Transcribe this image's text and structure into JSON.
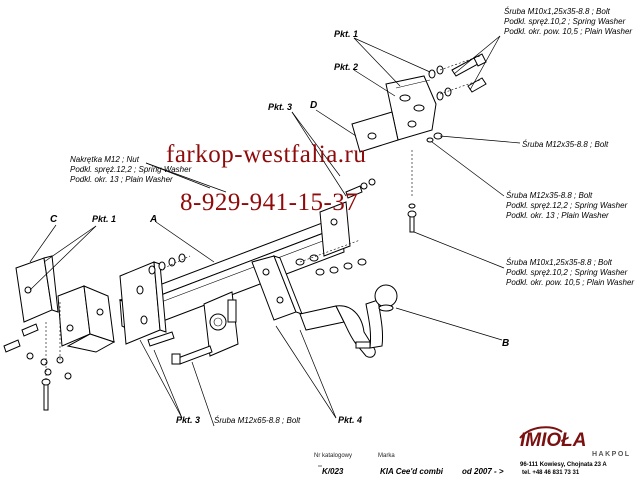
{
  "labels": {
    "pkt1_top": "Pkt. 1",
    "pkt2": "Pkt. 2",
    "pkt3_top": "Pkt. 3",
    "letter_d": "D",
    "bolt_m10_top": "Śruba M10x1,25x35-8.8 ;  Bolt",
    "spring_10_top": "Podkl. spręż.10,2 ; Spring Washer",
    "plain_105_top": "Podkl. okr. pow. 10,5 ; Plain Washer",
    "bolt_m12_a": "Śruba M12x35-8.8 ;  Bolt",
    "bolt_m12_b": "Śruba M12x35-8.8 ;  Bolt",
    "spring_12_b": "Podkl. spręż.12,2 ; Spring Washer",
    "plain_13_b": "Podkl. okr. 13 ; Plain Washer",
    "bolt_m10_mid": "Śruba M10x1,25x35-8.8 ;  Bolt",
    "spring_10_mid": "Podkl. spręż.10,2 ; Spring Washer",
    "plain_105_mid": "Podkl. okr. pow. 10,5 ; Plain Washer",
    "nut_m12": "Nakrętka  M12 ; Nut",
    "spring_12_left": "Podkl. spręż.12,2 ; Spring Washer",
    "plain_13_left": "Podkl. okr. 13 ; Plain Washer",
    "letter_c": "C",
    "pkt1_left": "Pkt. 1",
    "letter_a": "A",
    "letter_b": "B",
    "pkt3_bottom": "Pkt. 3",
    "bolt_m12_65": "Śruba M12x65-8.8 ;  Bolt",
    "pkt4": "Pkt. 4"
  },
  "watermark": {
    "site": "farkop-westfalia.ru",
    "phone": "8-929-941-15-37"
  },
  "footer": {
    "catalog_label": "Nr katalogowy",
    "catalog_number": "K/023",
    "brand_label": "Marka",
    "model": "KIA Cee'd combi",
    "years": "od  2007 - >"
  },
  "manufacturer": {
    "logo": "IMIOŁA",
    "logo_sub": "HAKPOL",
    "address": "96-111 Kowiesy, Chojnata 23 A",
    "phone": "tel. +48 46 831 73 31"
  },
  "colors": {
    "watermark": "#8f0a0a",
    "logo": "#7a1010",
    "line": "#000000"
  }
}
